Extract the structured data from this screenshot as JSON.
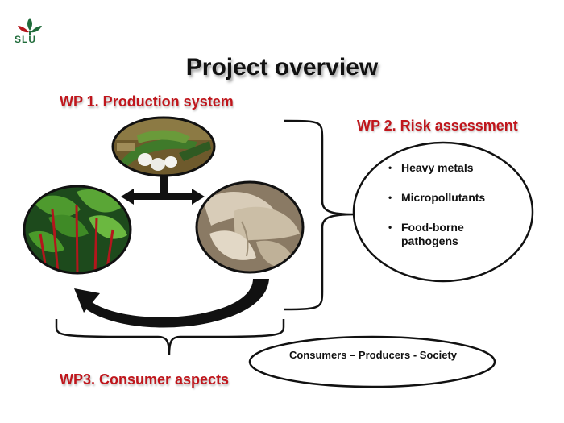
{
  "logo": {
    "text": "SLU",
    "colors": {
      "green": "#1f6b3a",
      "red": "#b3161c"
    }
  },
  "title": "Project overview",
  "wp1": {
    "label": "WP 1. Production system"
  },
  "wp2": {
    "label": "WP 2. Risk assessment",
    "items": [
      "Heavy metals",
      "Micropollutants",
      "Food-borne pathogens"
    ]
  },
  "wp3": {
    "label": "WP3. Consumer aspects"
  },
  "consumers": {
    "label": "Consumers – Producers - Society"
  },
  "images": [
    "compost-waste-image",
    "chard-leaves-image",
    "oyster-mushroom-image"
  ],
  "colors": {
    "accent": "#c0161c",
    "text": "#111111"
  }
}
